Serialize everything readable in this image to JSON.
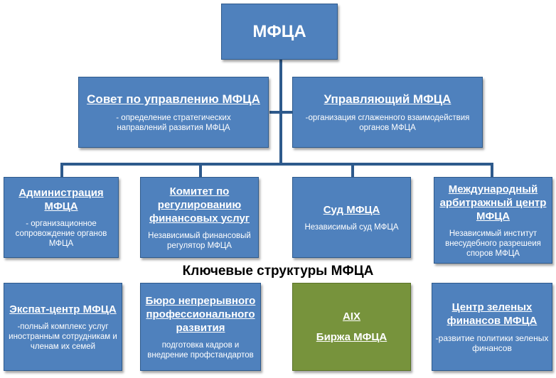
{
  "root": {
    "title": "МФЦА"
  },
  "council": {
    "title": "Совет по управлению МФЦА",
    "desc": "- определение стратегических направлений развития МФЦА"
  },
  "manager": {
    "title": "Управляющий МФЦА",
    "desc": "-организация сглаженного взаимодействия органов  МФЦА"
  },
  "administration": {
    "title": "Администрация МФЦА",
    "desc": "- организационное сопровождение органов МФЦА"
  },
  "committee": {
    "title": "Комитет по регулированию финансовых  услуг",
    "desc": "Независимый финансовый регулятор МФЦА"
  },
  "court": {
    "title": "Суд МФЦА",
    "desc": "Независимый суд МФЦА"
  },
  "arbitration": {
    "title": "Международный арбитражный центр МФЦА",
    "desc": "Независимый институт внесудебного разрешеия споров МФЦА"
  },
  "section_title": "Ключевые структуры МФЦА",
  "expat": {
    "title": "Экспат-центр МФЦА",
    "desc": "-полный комплекс услуг иностранным сотрудникам и членам их семей"
  },
  "bureau": {
    "title": "Бюро непрерывного профессионального развития",
    "desc": "подготовка кадров и внедрение профстандартов"
  },
  "exchange": {
    "title1": "AIX",
    "title2": "Биржа МФЦА"
  },
  "green_finance": {
    "title": "Центр зеленых финансов МФЦА",
    "desc": "-развитие политики зеленых финансов"
  },
  "colors": {
    "box_blue": "#4f81bd",
    "box_green": "#77933c",
    "connector": "#2e5a8c"
  }
}
